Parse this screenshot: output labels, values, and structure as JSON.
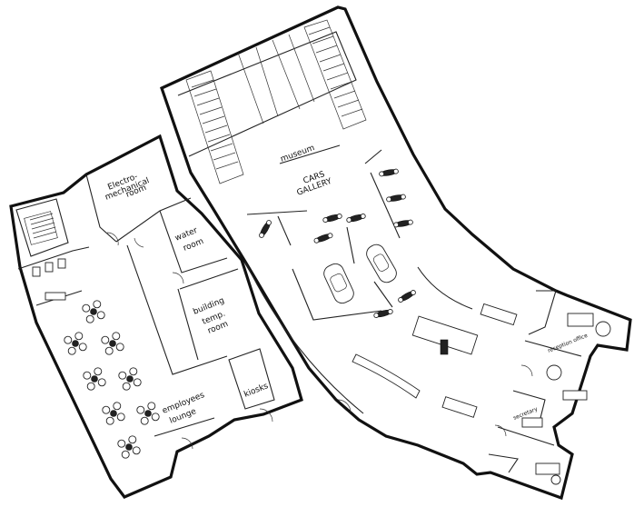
{
  "rooms": {
    "museum": "museum",
    "cars_gallery_line1": "CARS",
    "cars_gallery_line2": "GALLERY",
    "electro_line1": "Electro-",
    "electro_line2": "mechanical",
    "electro_line3": "room",
    "water_line1": "water",
    "water_line2": "room",
    "building_line1": "building",
    "building_line2": "temp.",
    "building_line3": "room",
    "kiosks": "kiosks",
    "lounge_line1": "employees",
    "lounge_line2": "lounge",
    "office_upper": "reception office",
    "office_lower": "secretary"
  }
}
